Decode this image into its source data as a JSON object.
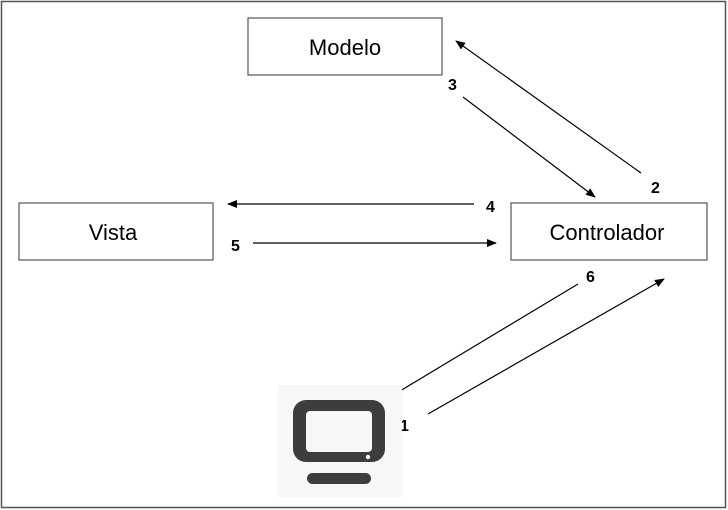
{
  "diagram": {
    "nodes": {
      "modelo": "Modelo",
      "vista": "Vista",
      "controlador": "Controlador"
    },
    "steps": {
      "s1": "1",
      "s2": "2",
      "s3": "3",
      "s4": "4",
      "s5": "5",
      "s6": "6"
    },
    "user_icon": "computer-monitor-icon"
  }
}
